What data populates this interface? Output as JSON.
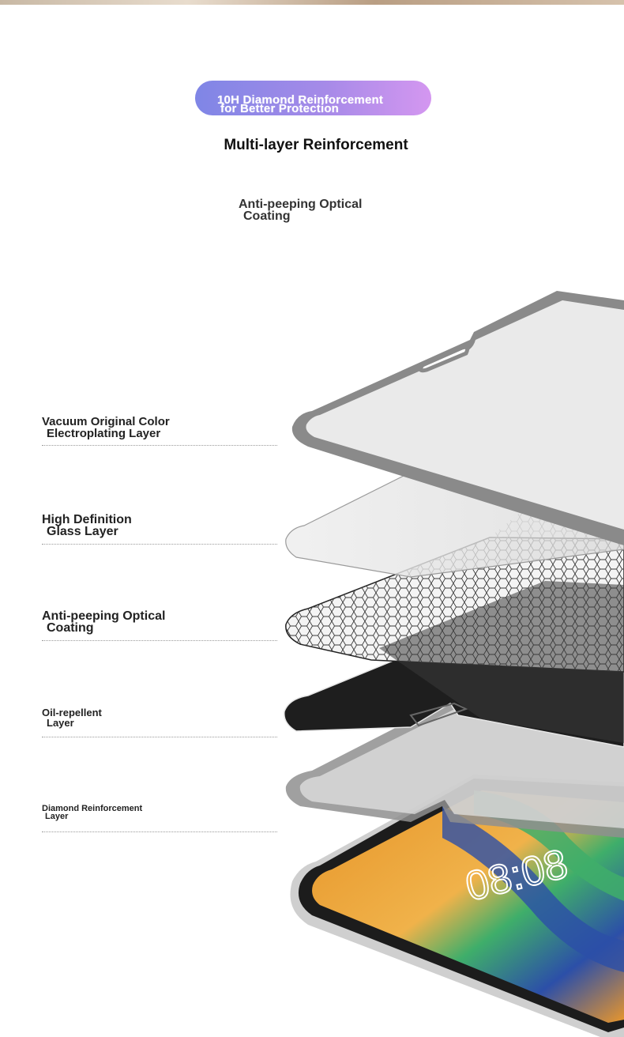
{
  "badge": {
    "line1": "10H Diamond Reinforcement",
    "line2": "for Better Protection"
  },
  "heading": "Multi-layer Reinforcement",
  "subheading": {
    "line1": "Anti-peeping Optical",
    "line2": "Coating"
  },
  "layers": [
    {
      "line1": "Vacuum Original Color",
      "line2": "Electroplating Layer"
    },
    {
      "line1": "High Definition",
      "line2": "Glass Layer"
    },
    {
      "line1": "Anti-peeping Optical",
      "line2": "Coating"
    },
    {
      "line1": "Oil-repellent",
      "line2": "Layer"
    },
    {
      "line1": "Diamond Reinforcement",
      "line2": "Layer"
    }
  ],
  "phone_screen": {
    "time": "08:08"
  },
  "colors": {
    "badge_start": "#7f86e6",
    "badge_end": "#d497f0",
    "frame_gray": "#8a8a8a",
    "oleophobic_black": "#1e1e1e",
    "wallpaper_orange": "#e8962c",
    "wallpaper_green": "#3fae6a",
    "wallpaper_blue": "#2c4fa8"
  }
}
